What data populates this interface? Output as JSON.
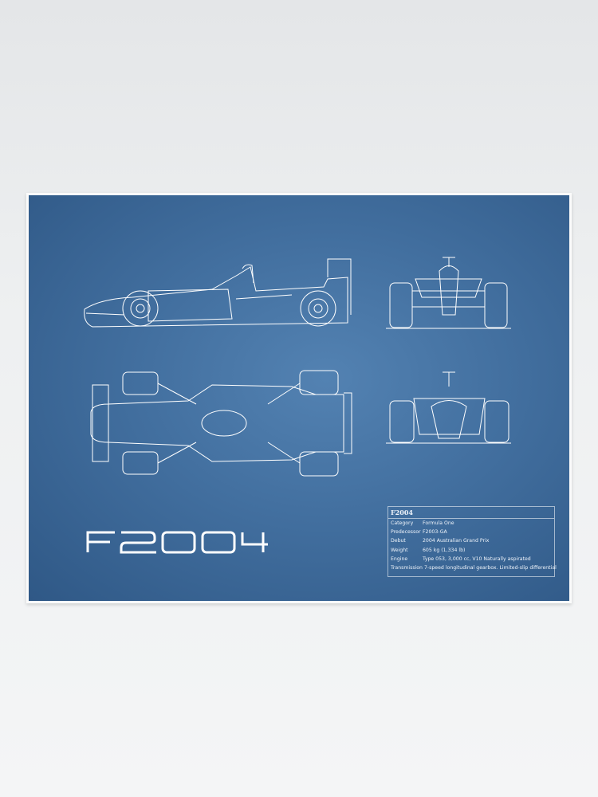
{
  "poster": {
    "logo_text": "F2004",
    "colors": {
      "blueprint": "#426f9f",
      "line": "#ffffff",
      "frame": "#fbfbfb"
    },
    "spec_table": {
      "title": "F2004",
      "rows": [
        {
          "label": "Category",
          "value": "Formula One"
        },
        {
          "label": "Predecessor",
          "value": "F2003-GA"
        },
        {
          "label": "Debut",
          "value": "2004 Australian Grand Prix"
        },
        {
          "label": "Weight",
          "value": "605 kg (1,334 lb)"
        },
        {
          "label": "Engine",
          "value": "Type 053, 3,000 cc, V10 Naturally aspirated"
        },
        {
          "label": "Transmission",
          "value": "7-speed longitudinal gearbox. Limited-slip differential"
        }
      ]
    }
  }
}
